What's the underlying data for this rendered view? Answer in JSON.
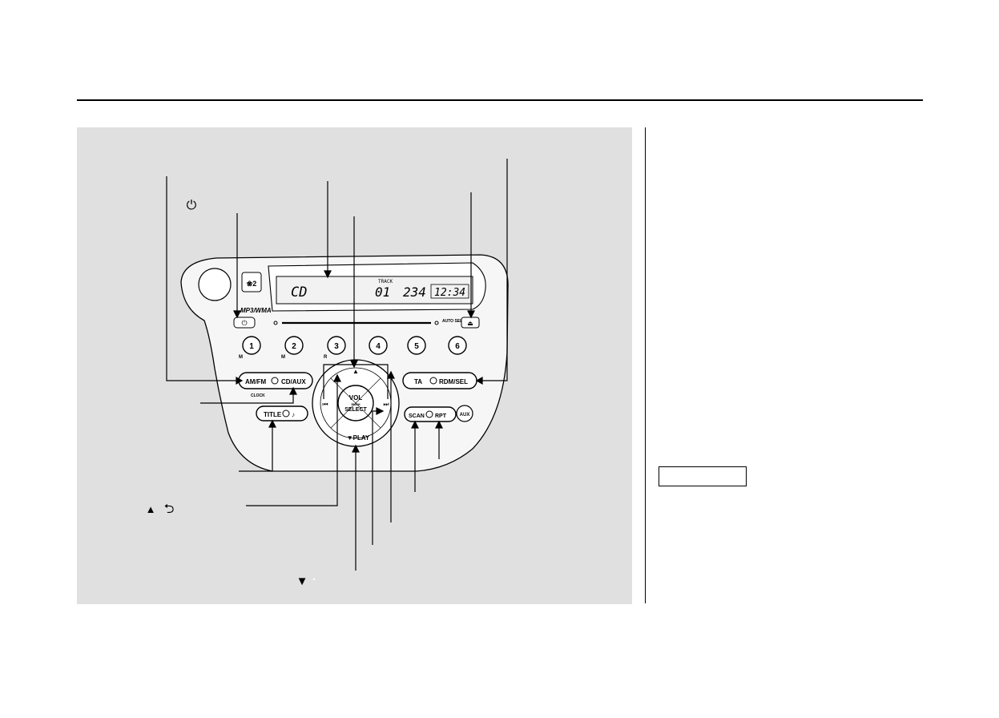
{
  "radio": {
    "display": {
      "source": "CD",
      "track_caption": "TRACK",
      "track": "01",
      "time_elapsed": "234",
      "clock": "12:34"
    },
    "badges": {
      "audio_brand": "MP3/WMA",
      "disc_slot": "",
      "auto_select": "AUTO SELECT",
      "eject_icon": "eject-icon",
      "power_icon": "power-icon"
    },
    "presets": [
      {
        "label": "1",
        "sub": "M"
      },
      {
        "label": "2",
        "sub": "M"
      },
      {
        "label": "3",
        "sub": "R"
      },
      {
        "label": "4",
        "sub": ""
      },
      {
        "label": "5",
        "sub": ""
      },
      {
        "label": "6",
        "sub": ""
      }
    ],
    "buttons": {
      "am_fm": "AM/FM",
      "cd_aux": "CD/AUX",
      "clock": "CLOCK",
      "title": "TITLE",
      "music_note": "♪",
      "ta": "TA",
      "rdm_sel": "RDM/SEL",
      "scan": "SCAN",
      "rpt": "RPT",
      "aux": "AUX",
      "vol_line1": "VOL",
      "vol_line2": "PUSH",
      "vol_line3": "SELECT",
      "play": "▼PLAY",
      "folder_up": "▲",
      "skip_back": "⏮",
      "skip_fwd": "⏭"
    }
  },
  "callouts": {
    "power_symbol": "⏻",
    "folder_up_symbol": "▲",
    "back_symbol": "⮌",
    "play_down_symbol": "▼",
    "play_dot": "•"
  },
  "colors": {
    "panel_bg": "#e0e0e0",
    "line": "#000000",
    "faceplate": "#f6f6f6"
  }
}
